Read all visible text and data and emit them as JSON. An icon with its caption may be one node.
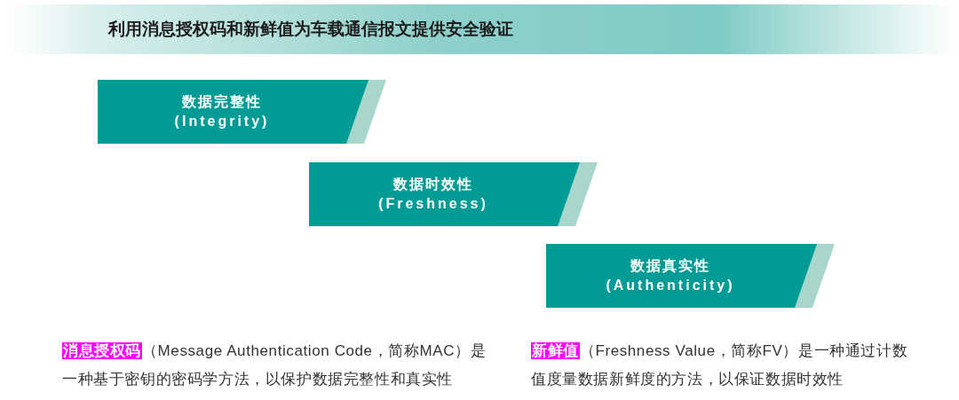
{
  "diagram": {
    "title": "利用消息授权码和新鲜值为车载通信报文提供安全验证",
    "nodes": [
      {
        "text": [
          "数据完整性",
          "(Integrity)"
        ]
      },
      {
        "text": [
          "数据时效性",
          "(Freshness)"
        ]
      },
      {
        "text": [
          "数据真实性",
          "(Authenticity)"
        ]
      }
    ],
    "labels": [
      "**消息授权码**（Message Authentication Code，简称MAC）是一种基于密钥的密码学方法，以保护数据完整性和真实性",
      "**新鲜值**（Freshness Value，简称FV）是一种通过计数值度量数据新鲜度的方法，以保证数据时效性"
    ]
  }
}
